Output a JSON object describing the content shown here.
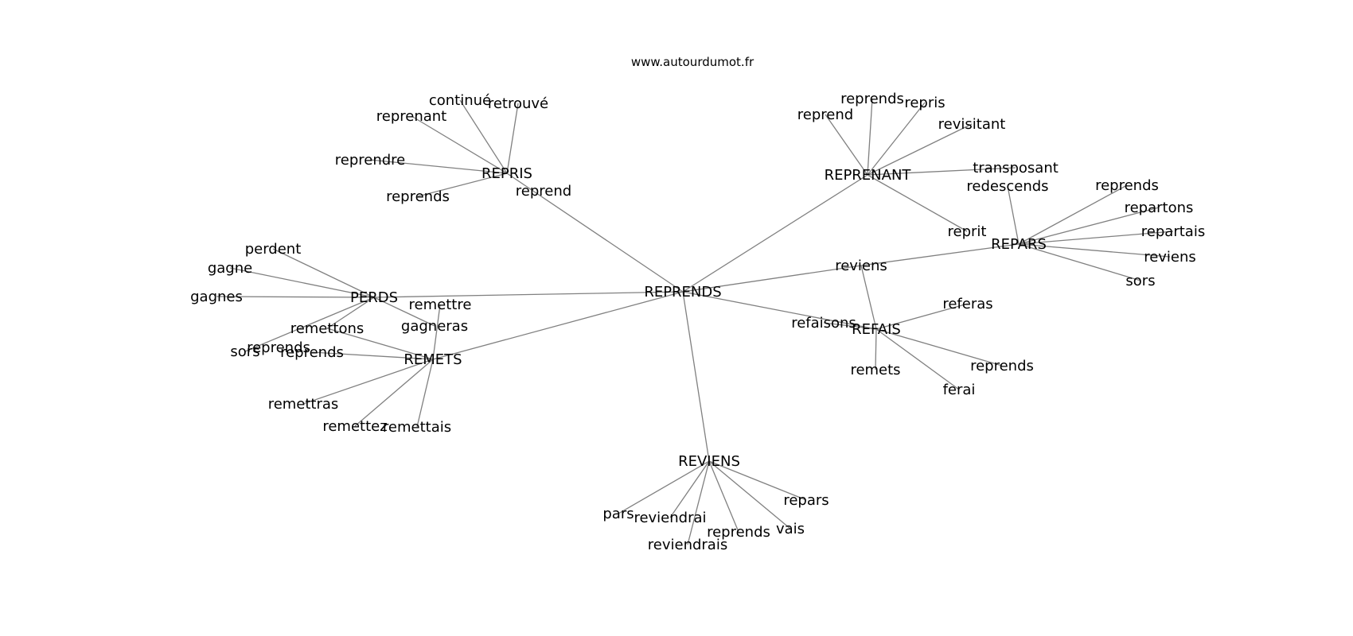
{
  "source": "www.autourdumot.fr",
  "colors": {
    "edge": "#808080",
    "text": "#000000",
    "background": "#ffffff"
  },
  "root": "REPRENDS",
  "nodes": [
    {
      "id": "REPRENDS",
      "label": "REPRENDS"
    },
    {
      "id": "REPRIS",
      "label": "REPRIS"
    },
    {
      "id": "REPRENANT",
      "label": "REPRENANT"
    },
    {
      "id": "PERDS",
      "label": "PERDS"
    },
    {
      "id": "REMETS",
      "label": "REMETS"
    },
    {
      "id": "REPARS",
      "label": "REPARS"
    },
    {
      "id": "REFAIS",
      "label": "REFAIS"
    },
    {
      "id": "REVIENS",
      "label": "REVIENS"
    },
    {
      "id": "repris_continue",
      "label": "continué"
    },
    {
      "id": "repris_retrouve",
      "label": "retrouvé"
    },
    {
      "id": "repris_reprenant",
      "label": "reprenant"
    },
    {
      "id": "repris_reprendre",
      "label": "reprendre"
    },
    {
      "id": "repris_reprends",
      "label": "reprends"
    },
    {
      "id": "repris_reprend",
      "label": "reprend"
    },
    {
      "id": "reprenant_reprends",
      "label": "reprends"
    },
    {
      "id": "reprenant_repris",
      "label": "repris"
    },
    {
      "id": "reprenant_reprend",
      "label": "reprend"
    },
    {
      "id": "reprenant_revisitant",
      "label": "revisitant"
    },
    {
      "id": "reprenant_transposant",
      "label": "transposant"
    },
    {
      "id": "reprenant_reprit",
      "label": "reprit"
    },
    {
      "id": "repars_redescends",
      "label": "redescends"
    },
    {
      "id": "repars_reprends",
      "label": "reprends"
    },
    {
      "id": "repars_repartons",
      "label": "repartons"
    },
    {
      "id": "repars_repartais",
      "label": "repartais"
    },
    {
      "id": "repars_reviens",
      "label": "reviens"
    },
    {
      "id": "repars_sors",
      "label": "sors"
    },
    {
      "id": "reviens_shared",
      "label": "reviens"
    },
    {
      "id": "refais_refaisons",
      "label": "refaisons"
    },
    {
      "id": "refais_referas",
      "label": "referas"
    },
    {
      "id": "refais_reprends",
      "label": "reprends"
    },
    {
      "id": "refais_remets",
      "label": "remets"
    },
    {
      "id": "refais_ferai",
      "label": "ferai"
    },
    {
      "id": "perds_perdent",
      "label": "perdent"
    },
    {
      "id": "perds_gagne",
      "label": "gagne"
    },
    {
      "id": "perds_gagnes",
      "label": "gagnes"
    },
    {
      "id": "perds_sors",
      "label": "sors"
    },
    {
      "id": "perds_reprends",
      "label": "reprends"
    },
    {
      "id": "remettre",
      "label": "remettre"
    },
    {
      "id": "gagneras",
      "label": "gagneras"
    },
    {
      "id": "remettons",
      "label": "remettons"
    },
    {
      "id": "remets_reprends",
      "label": "reprends"
    },
    {
      "id": "remets_remettras",
      "label": "remettras"
    },
    {
      "id": "remets_remettez",
      "label": "remettez"
    },
    {
      "id": "remets_remettais",
      "label": "remettais"
    },
    {
      "id": "reviens_pars",
      "label": "pars"
    },
    {
      "id": "reviens_reviendrai",
      "label": "reviendrai"
    },
    {
      "id": "reviens_reviendrais",
      "label": "reviendrais"
    },
    {
      "id": "reviens_reprends",
      "label": "reprends"
    },
    {
      "id": "reviens_vais",
      "label": "vais"
    },
    {
      "id": "reviens_repars",
      "label": "repars"
    }
  ],
  "edges": [
    [
      "REPRENDS",
      "REPRIS"
    ],
    [
      "REPRENDS",
      "REPRENANT"
    ],
    [
      "REPRENDS",
      "PERDS"
    ],
    [
      "REPRENDS",
      "REMETS"
    ],
    [
      "REPRENDS",
      "reviens_shared"
    ],
    [
      "REPRENDS",
      "REFAIS"
    ],
    [
      "REPRENDS",
      "REVIENS"
    ],
    [
      "REPRIS",
      "repris_continue"
    ],
    [
      "REPRIS",
      "repris_retrouve"
    ],
    [
      "REPRIS",
      "repris_reprenant"
    ],
    [
      "REPRIS",
      "repris_reprendre"
    ],
    [
      "REPRIS",
      "repris_reprends"
    ],
    [
      "REPRENANT",
      "reprenant_reprends"
    ],
    [
      "REPRENANT",
      "reprenant_repris"
    ],
    [
      "REPRENANT",
      "reprenant_reprend"
    ],
    [
      "REPRENANT",
      "reprenant_revisitant"
    ],
    [
      "REPRENANT",
      "reprenant_transposant"
    ],
    [
      "REPRENANT",
      "reprenant_reprit"
    ],
    [
      "reviens_shared",
      "REPARS"
    ],
    [
      "reviens_shared",
      "REFAIS"
    ],
    [
      "REPARS",
      "repars_redescends"
    ],
    [
      "REPARS",
      "repars_reprends"
    ],
    [
      "REPARS",
      "repars_repartons"
    ],
    [
      "REPARS",
      "repars_repartais"
    ],
    [
      "REPARS",
      "repars_reviens"
    ],
    [
      "REPARS",
      "repars_sors"
    ],
    [
      "REFAIS",
      "refais_refaisons"
    ],
    [
      "REFAIS",
      "refais_referas"
    ],
    [
      "REFAIS",
      "refais_reprends"
    ],
    [
      "REFAIS",
      "refais_remets"
    ],
    [
      "REFAIS",
      "refais_ferai"
    ],
    [
      "PERDS",
      "perds_perdent"
    ],
    [
      "PERDS",
      "perds_gagne"
    ],
    [
      "PERDS",
      "perds_gagnes"
    ],
    [
      "PERDS",
      "perds_sors"
    ],
    [
      "PERDS",
      "remettons"
    ],
    [
      "PERDS",
      "gagneras"
    ],
    [
      "REMETS",
      "remettre"
    ],
    [
      "REMETS",
      "remettons"
    ],
    [
      "REMETS",
      "remets_reprends"
    ],
    [
      "REMETS",
      "remets_remettras"
    ],
    [
      "REMETS",
      "remets_remettez"
    ],
    [
      "REMETS",
      "remets_remettais"
    ],
    [
      "REVIENS",
      "reviens_pars"
    ],
    [
      "REVIENS",
      "reviens_reviendrai"
    ],
    [
      "REVIENS",
      "reviens_reviendrais"
    ],
    [
      "REVIENS",
      "reviens_reprends"
    ],
    [
      "REVIENS",
      "reviens_vais"
    ],
    [
      "REVIENS",
      "reviens_repars"
    ]
  ]
}
